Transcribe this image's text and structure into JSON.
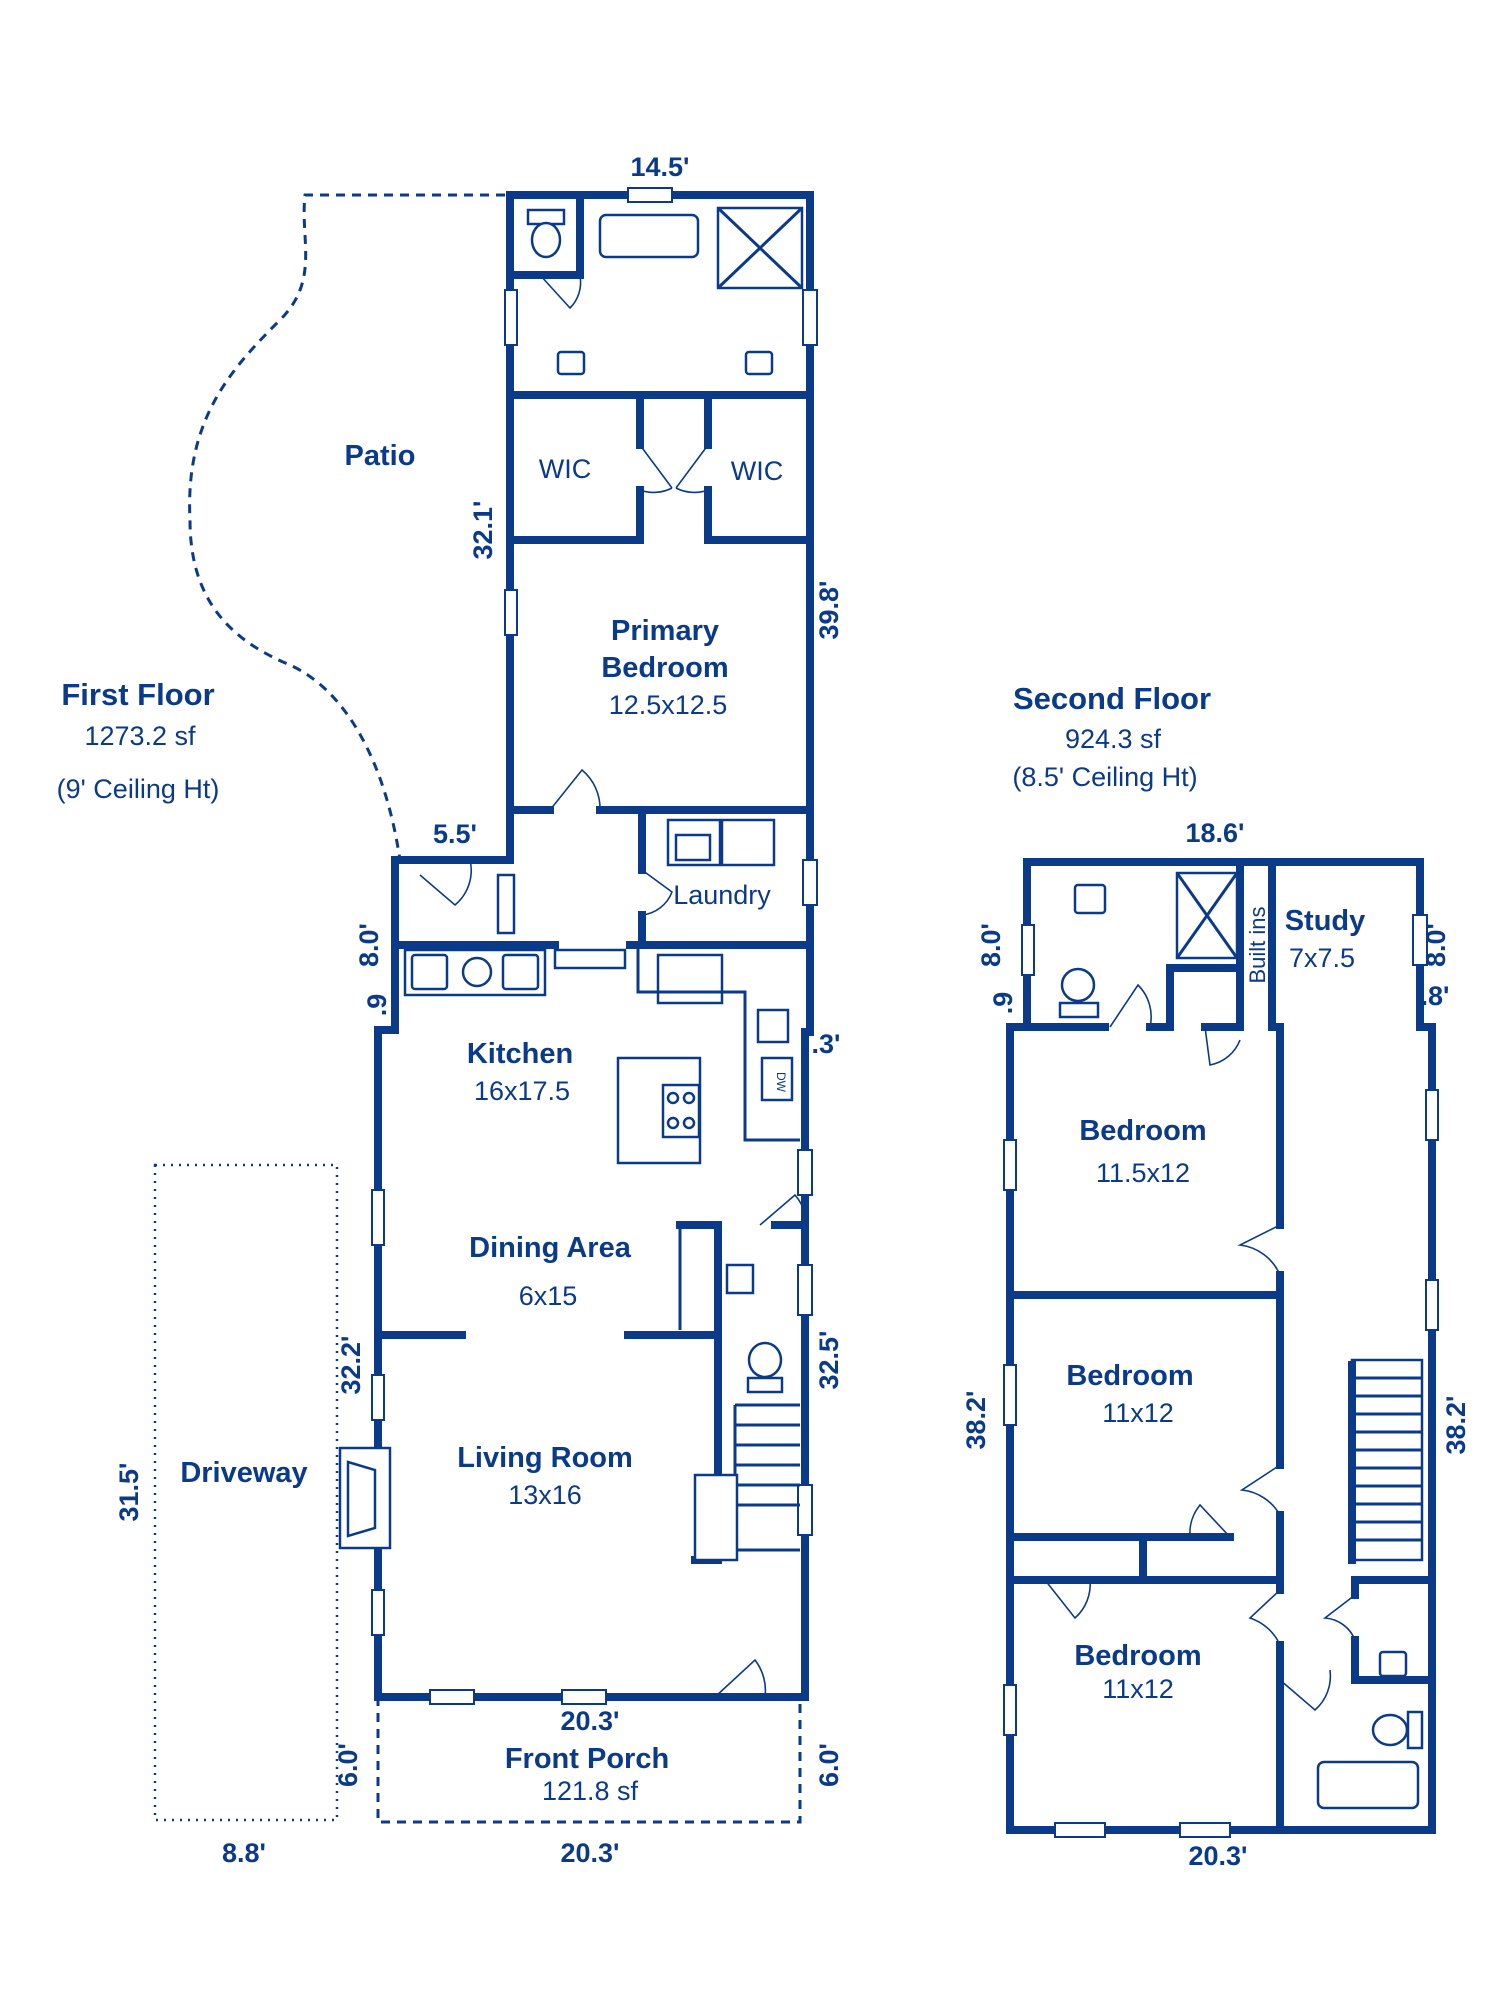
{
  "first_floor": {
    "title": "First Floor",
    "area": "1273.2 sf",
    "ceiling": "(9' Ceiling Ht)",
    "rooms": {
      "patio": "Patio",
      "wic_left": "WIC",
      "wic_right": "WIC",
      "primary_bedroom_line1": "Primary",
      "primary_bedroom_line2": "Bedroom",
      "primary_bedroom_size": "12.5x12.5",
      "laundry": "Laundry",
      "kitchen": "Kitchen",
      "kitchen_size": "16x17.5",
      "dining": "Dining Area",
      "dining_size": "6x15",
      "living": "Living Room",
      "living_size": "13x16",
      "driveway": "Driveway",
      "front_porch": "Front Porch",
      "front_porch_area": "121.8 sf",
      "dw_label": "DW"
    },
    "dimensions": {
      "top": "14.5'",
      "left_upper": "32.1'",
      "right_upper": "39.8'",
      "step": "5.5'",
      "left_jog": "8.0'",
      "left_small": ".9",
      "right_small": ".3'",
      "left_lower": "32.2'",
      "right_lower": "32.5'",
      "porch_top": "20.3'",
      "porch_bottom": "20.3'",
      "porch_left": "6.0'",
      "porch_right": "6.0'",
      "driveway_length": "31.5'",
      "driveway_width": "8.8'"
    }
  },
  "second_floor": {
    "title": "Second Floor",
    "area": "924.3 sf",
    "ceiling": "(8.5' Ceiling Ht)",
    "rooms": {
      "study": "Study",
      "study_size": "7x7.5",
      "built_ins": "Built ins",
      "bedroom1": "Bedroom",
      "bedroom1_size": "11.5x12",
      "bedroom2": "Bedroom",
      "bedroom2_size": "11x12",
      "bedroom3": "Bedroom",
      "bedroom3_size": "11x12"
    },
    "dimensions": {
      "top": "18.6'",
      "left_jog": "8.0'",
      "right_jog": "8.0'",
      "left_small": ".9",
      "right_small": ".8'",
      "left": "38.2'",
      "right": "38.2'",
      "bottom": "20.3'"
    }
  },
  "colors": {
    "line": "#0b3a88",
    "background": "#ffffff"
  }
}
